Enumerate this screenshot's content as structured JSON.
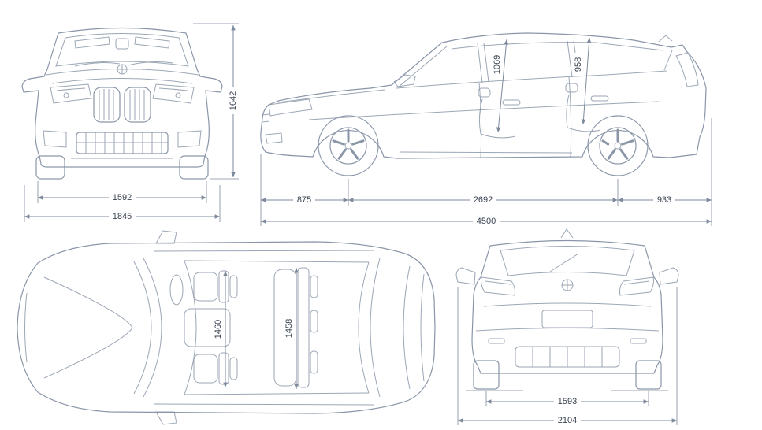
{
  "dimensions": {
    "front": {
      "track": "1592",
      "width": "1845",
      "height": "1642"
    },
    "side": {
      "front_interior_height": "1069",
      "rear_interior_height": "958",
      "front_overhang": "875",
      "wheelbase": "2692",
      "rear_overhang": "933",
      "overall_length": "4500"
    },
    "top": {
      "front_interior_width": "1460",
      "rear_interior_width": "1458"
    },
    "rear": {
      "track": "1593",
      "width_incl_mirrors": "2104"
    }
  },
  "colors": {
    "line": "#8a96a8",
    "dimension": "#7d899c",
    "text": "#3a4351",
    "background": "#ffffff"
  }
}
